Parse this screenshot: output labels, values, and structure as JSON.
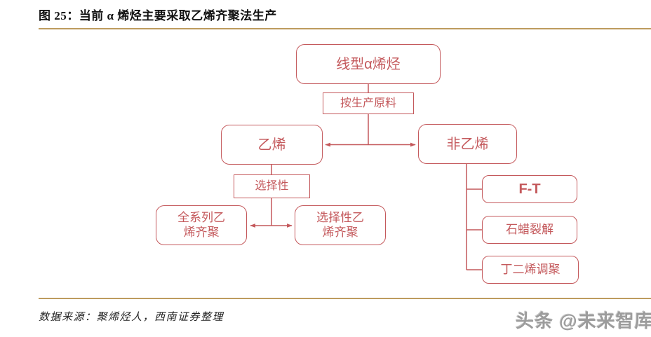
{
  "figure": {
    "title": "图 25：当前 α 烯烃主要采取乙烯齐聚法生产",
    "source_note": "数据来源：聚烯烃人，西南证券整理",
    "watermark": "头条 @未来智库"
  },
  "colors": {
    "diagram": "#C4595C",
    "rule": "#BD9B5E",
    "title_text": "#111111",
    "watermark_text": "#9C9C9C"
  },
  "diagram": {
    "type": "flowchart",
    "nodes": [
      {
        "id": "linear-alpha-olefin",
        "label": "线型α烯烃"
      },
      {
        "id": "by-raw-material",
        "label": "按生产原料"
      },
      {
        "id": "ethylene",
        "label": "乙烯"
      },
      {
        "id": "non-ethylene",
        "label": "非乙烯"
      },
      {
        "id": "selectivity",
        "label": "选择性"
      },
      {
        "id": "full-range-ethylene-oligomerization",
        "label": "全系列乙\n烯齐聚"
      },
      {
        "id": "selective-ethylene-oligomerization",
        "label": "选择性乙\n烯齐聚"
      },
      {
        "id": "fischer-tropsch",
        "label": "F-T"
      },
      {
        "id": "paraffin-cracking",
        "label": "石蜡裂解"
      },
      {
        "id": "butadiene-telomerization",
        "label": "丁二烯调聚"
      }
    ],
    "edges": [
      {
        "from": "linear-alpha-olefin",
        "to": "by-raw-material",
        "style": "line"
      },
      {
        "from": "by-raw-material",
        "to": "ethylene / non-ethylene",
        "style": "double-arrow"
      },
      {
        "from": "ethylene",
        "to": "selectivity",
        "style": "line"
      },
      {
        "from": "selectivity",
        "to": "full-range / selective oligomerization",
        "style": "double-arrow"
      },
      {
        "from": "non-ethylene",
        "to": "fischer-tropsch",
        "style": "branch"
      },
      {
        "from": "non-ethylene",
        "to": "paraffin-cracking",
        "style": "branch"
      },
      {
        "from": "non-ethylene",
        "to": "butadiene-telomerization",
        "style": "branch"
      }
    ]
  }
}
